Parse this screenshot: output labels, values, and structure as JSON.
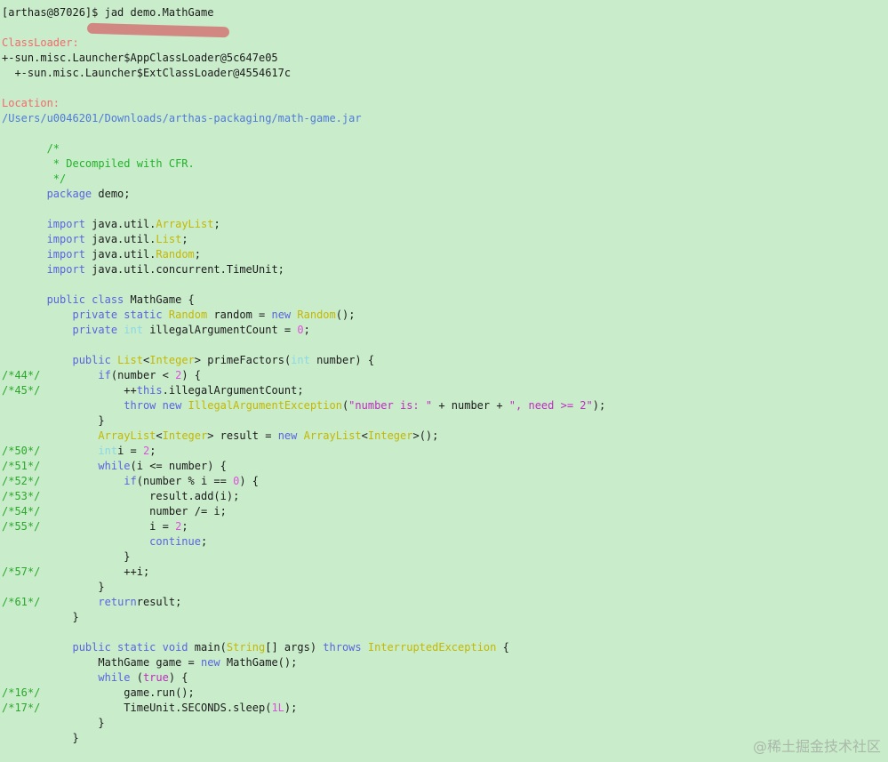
{
  "prompt": {
    "user_host": "[arthas@87026]$",
    "command": "jad demo.MathGame"
  },
  "classloader": {
    "label": "ClassLoader:",
    "lines": [
      "+-sun.misc.Launcher$AppClassLoader@5c647e05",
      "  +-sun.misc.Launcher$ExtClassLoader@4554617c"
    ]
  },
  "location": {
    "label": "Location:",
    "path": "/Users/u0046201/Downloads/arthas-packaging/math-game.jar"
  },
  "source_lines": [
    {
      "ln": "",
      "code": [
        {
          "t": "       /*",
          "c": "c-comment"
        }
      ]
    },
    {
      "ln": "",
      "code": [
        {
          "t": "        * Decompiled with CFR.",
          "c": "c-comment"
        }
      ]
    },
    {
      "ln": "",
      "code": [
        {
          "t": "        */",
          "c": "c-comment"
        }
      ]
    },
    {
      "ln": "",
      "code": [
        {
          "t": "       ",
          "c": "c-plain"
        },
        {
          "t": "package",
          "c": "c-kw"
        },
        {
          "t": " demo;",
          "c": "c-plain"
        }
      ]
    },
    {
      "ln": "",
      "code": []
    },
    {
      "ln": "",
      "code": [
        {
          "t": "       ",
          "c": "c-plain"
        },
        {
          "t": "import",
          "c": "c-kw"
        },
        {
          "t": " java.util.",
          "c": "c-plain"
        },
        {
          "t": "ArrayList",
          "c": "c-type"
        },
        {
          "t": ";",
          "c": "c-plain"
        }
      ]
    },
    {
      "ln": "",
      "code": [
        {
          "t": "       ",
          "c": "c-plain"
        },
        {
          "t": "import",
          "c": "c-kw"
        },
        {
          "t": " java.util.",
          "c": "c-plain"
        },
        {
          "t": "List",
          "c": "c-type"
        },
        {
          "t": ";",
          "c": "c-plain"
        }
      ]
    },
    {
      "ln": "",
      "code": [
        {
          "t": "       ",
          "c": "c-plain"
        },
        {
          "t": "import",
          "c": "c-kw"
        },
        {
          "t": " java.util.",
          "c": "c-plain"
        },
        {
          "t": "Random",
          "c": "c-type"
        },
        {
          "t": ";",
          "c": "c-plain"
        }
      ]
    },
    {
      "ln": "",
      "code": [
        {
          "t": "       ",
          "c": "c-plain"
        },
        {
          "t": "import",
          "c": "c-kw"
        },
        {
          "t": " java.util.concurrent.TimeUnit;",
          "c": "c-plain"
        }
      ]
    },
    {
      "ln": "",
      "code": []
    },
    {
      "ln": "",
      "code": [
        {
          "t": "       ",
          "c": "c-plain"
        },
        {
          "t": "public class",
          "c": "c-kw"
        },
        {
          "t": " MathGame {",
          "c": "c-plain"
        }
      ]
    },
    {
      "ln": "",
      "code": [
        {
          "t": "           ",
          "c": "c-plain"
        },
        {
          "t": "private static",
          "c": "c-kw"
        },
        {
          "t": " ",
          "c": "c-plain"
        },
        {
          "t": "Random",
          "c": "c-type"
        },
        {
          "t": " random = ",
          "c": "c-plain"
        },
        {
          "t": "new",
          "c": "c-kw"
        },
        {
          "t": " ",
          "c": "c-plain"
        },
        {
          "t": "Random",
          "c": "c-type"
        },
        {
          "t": "();",
          "c": "c-plain"
        }
      ]
    },
    {
      "ln": "",
      "code": [
        {
          "t": "           ",
          "c": "c-plain"
        },
        {
          "t": "private",
          "c": "c-kw"
        },
        {
          "t": " ",
          "c": "c-plain"
        },
        {
          "t": "int",
          "c": "c-int"
        },
        {
          "t": " illegalArgumentCount = ",
          "c": "c-plain"
        },
        {
          "t": "0",
          "c": "c-num"
        },
        {
          "t": ";",
          "c": "c-plain"
        }
      ]
    },
    {
      "ln": "",
      "code": []
    },
    {
      "ln": "",
      "code": [
        {
          "t": "           ",
          "c": "c-plain"
        },
        {
          "t": "public",
          "c": "c-kw"
        },
        {
          "t": " ",
          "c": "c-plain"
        },
        {
          "t": "List",
          "c": "c-type"
        },
        {
          "t": "<",
          "c": "c-plain"
        },
        {
          "t": "Integer",
          "c": "c-type"
        },
        {
          "t": "> primeFactors(",
          "c": "c-plain"
        },
        {
          "t": "int",
          "c": "c-int"
        },
        {
          "t": " number) {",
          "c": "c-plain"
        }
      ]
    },
    {
      "ln": "/*44*/",
      "code": [
        {
          "t": "               ",
          "c": "c-plain"
        },
        {
          "t": "if",
          "c": "c-kw"
        },
        {
          "t": " (number < ",
          "c": "c-plain"
        },
        {
          "t": "2",
          "c": "c-num"
        },
        {
          "t": ") {",
          "c": "c-plain"
        }
      ]
    },
    {
      "ln": "/*45*/",
      "code": [
        {
          "t": "                   ++",
          "c": "c-plain"
        },
        {
          "t": "this",
          "c": "c-kw"
        },
        {
          "t": ".illegalArgumentCount;",
          "c": "c-plain"
        }
      ]
    },
    {
      "ln": "",
      "code": [
        {
          "t": "                   ",
          "c": "c-plain"
        },
        {
          "t": "throw new",
          "c": "c-kw"
        },
        {
          "t": " ",
          "c": "c-plain"
        },
        {
          "t": "IllegalArgumentException",
          "c": "c-type"
        },
        {
          "t": "(",
          "c": "c-plain"
        },
        {
          "t": "\"number is: \"",
          "c": "c-str"
        },
        {
          "t": " + number + ",
          "c": "c-plain"
        },
        {
          "t": "\", need >= 2\"",
          "c": "c-str"
        },
        {
          "t": ");",
          "c": "c-plain"
        }
      ]
    },
    {
      "ln": "",
      "code": [
        {
          "t": "               }",
          "c": "c-plain"
        }
      ]
    },
    {
      "ln": "",
      "code": [
        {
          "t": "               ",
          "c": "c-plain"
        },
        {
          "t": "ArrayList",
          "c": "c-type"
        },
        {
          "t": "<",
          "c": "c-plain"
        },
        {
          "t": "Integer",
          "c": "c-type"
        },
        {
          "t": "> result = ",
          "c": "c-plain"
        },
        {
          "t": "new",
          "c": "c-kw"
        },
        {
          "t": " ",
          "c": "c-plain"
        },
        {
          "t": "ArrayList",
          "c": "c-type"
        },
        {
          "t": "<",
          "c": "c-plain"
        },
        {
          "t": "Integer",
          "c": "c-type"
        },
        {
          "t": ">();",
          "c": "c-plain"
        }
      ]
    },
    {
      "ln": "/*50*/",
      "code": [
        {
          "t": "               ",
          "c": "c-plain"
        },
        {
          "t": "int",
          "c": "c-int"
        },
        {
          "t": " i = ",
          "c": "c-plain"
        },
        {
          "t": "2",
          "c": "c-num"
        },
        {
          "t": ";",
          "c": "c-plain"
        }
      ]
    },
    {
      "ln": "/*51*/",
      "code": [
        {
          "t": "               ",
          "c": "c-plain"
        },
        {
          "t": "while",
          "c": "c-kw"
        },
        {
          "t": " (i <= number) {",
          "c": "c-plain"
        }
      ]
    },
    {
      "ln": "/*52*/",
      "code": [
        {
          "t": "                   ",
          "c": "c-plain"
        },
        {
          "t": "if",
          "c": "c-kw"
        },
        {
          "t": " (number % i == ",
          "c": "c-plain"
        },
        {
          "t": "0",
          "c": "c-num"
        },
        {
          "t": ") {",
          "c": "c-plain"
        }
      ]
    },
    {
      "ln": "/*53*/",
      "code": [
        {
          "t": "                       result.add(i);",
          "c": "c-plain"
        }
      ]
    },
    {
      "ln": "/*54*/",
      "code": [
        {
          "t": "                       number /= i;",
          "c": "c-plain"
        }
      ]
    },
    {
      "ln": "/*55*/",
      "code": [
        {
          "t": "                       i = ",
          "c": "c-plain"
        },
        {
          "t": "2",
          "c": "c-num"
        },
        {
          "t": ";",
          "c": "c-plain"
        }
      ]
    },
    {
      "ln": "",
      "code": [
        {
          "t": "                       ",
          "c": "c-plain"
        },
        {
          "t": "continue",
          "c": "c-kw"
        },
        {
          "t": ";",
          "c": "c-plain"
        }
      ]
    },
    {
      "ln": "",
      "code": [
        {
          "t": "                   }",
          "c": "c-plain"
        }
      ]
    },
    {
      "ln": "/*57*/",
      "code": [
        {
          "t": "                   ++i;",
          "c": "c-plain"
        }
      ]
    },
    {
      "ln": "",
      "code": [
        {
          "t": "               }",
          "c": "c-plain"
        }
      ]
    },
    {
      "ln": "/*61*/",
      "code": [
        {
          "t": "               ",
          "c": "c-plain"
        },
        {
          "t": "return",
          "c": "c-kw"
        },
        {
          "t": " result;",
          "c": "c-plain"
        }
      ]
    },
    {
      "ln": "",
      "code": [
        {
          "t": "           }",
          "c": "c-plain"
        }
      ]
    },
    {
      "ln": "",
      "code": []
    },
    {
      "ln": "",
      "code": [
        {
          "t": "           ",
          "c": "c-plain"
        },
        {
          "t": "public static void",
          "c": "c-kw"
        },
        {
          "t": " main(",
          "c": "c-plain"
        },
        {
          "t": "String",
          "c": "c-type"
        },
        {
          "t": "[] args) ",
          "c": "c-plain"
        },
        {
          "t": "throws",
          "c": "c-kw"
        },
        {
          "t": " ",
          "c": "c-plain"
        },
        {
          "t": "InterruptedException",
          "c": "c-type"
        },
        {
          "t": " {",
          "c": "c-plain"
        }
      ]
    },
    {
      "ln": "",
      "code": [
        {
          "t": "               MathGame game = ",
          "c": "c-plain"
        },
        {
          "t": "new",
          "c": "c-kw"
        },
        {
          "t": " MathGame();",
          "c": "c-plain"
        }
      ]
    },
    {
      "ln": "",
      "code": [
        {
          "t": "               ",
          "c": "c-plain"
        },
        {
          "t": "while",
          "c": "c-kw"
        },
        {
          "t": " (",
          "c": "c-plain"
        },
        {
          "t": "true",
          "c": "c-str"
        },
        {
          "t": ") {",
          "c": "c-plain"
        }
      ]
    },
    {
      "ln": "/*16*/",
      "code": [
        {
          "t": "                   game.run();",
          "c": "c-plain"
        }
      ]
    },
    {
      "ln": "/*17*/",
      "code": [
        {
          "t": "                   TimeUnit.SECONDS.sleep(",
          "c": "c-plain"
        },
        {
          "t": "1L",
          "c": "c-num"
        },
        {
          "t": ");",
          "c": "c-plain"
        }
      ]
    },
    {
      "ln": "",
      "code": [
        {
          "t": "               }",
          "c": "c-plain"
        }
      ]
    },
    {
      "ln": "",
      "code": [
        {
          "t": "           }",
          "c": "c-plain"
        }
      ]
    }
  ],
  "watermark": "@稀土掘金技术社区"
}
